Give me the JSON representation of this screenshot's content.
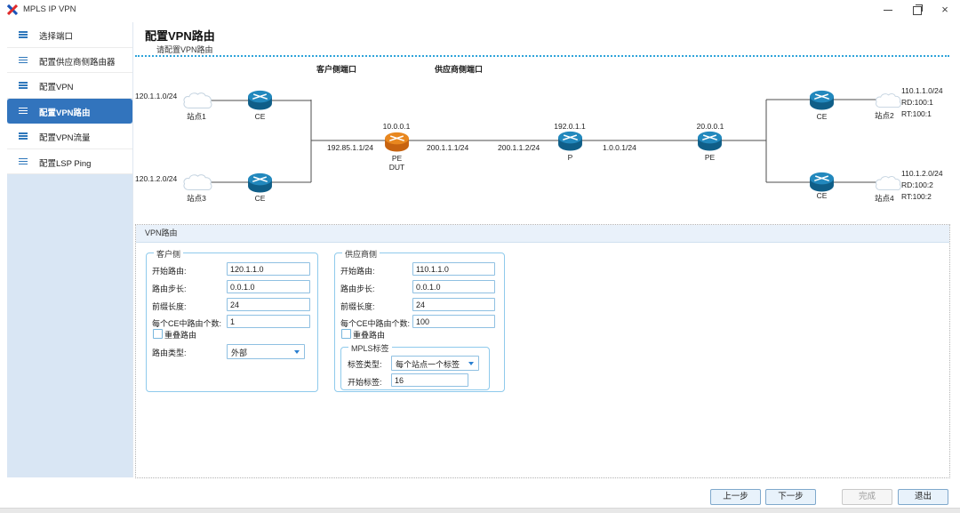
{
  "colors": {
    "accent_blue": "#3274bd",
    "router_blue_top": "#2288bd",
    "router_blue_body": "#0f5e88",
    "router_orange_top": "#e8871f",
    "router_orange_body": "#c76310",
    "divider_dotted": "#2ea3da",
    "panel_header_bg": "#e9f1fa",
    "groupbox_border": "#8fcaec"
  },
  "window": {
    "title": "MPLS IP VPN"
  },
  "sidebar": {
    "items": [
      {
        "label": "选择端口"
      },
      {
        "label": "配置供应商侧路由器"
      },
      {
        "label": "配置VPN"
      },
      {
        "label": "配置VPN路由"
      },
      {
        "label": "配置VPN流量"
      },
      {
        "label": "配置LSP Ping"
      }
    ],
    "active_index": 3
  },
  "main": {
    "title": "配置VPN路由",
    "subtitle": "请配置VPN路由"
  },
  "diagram": {
    "customer_port_label": "客户侧端口",
    "provider_port_label": "供应商侧端口",
    "left_sites": [
      {
        "subnet": "120.1.1.0/24",
        "name": "站点1"
      },
      {
        "subnet": "120.1.2.0/24",
        "name": "站点3"
      }
    ],
    "right_sites": [
      {
        "subnet": "110.1.1.0/24",
        "rd": "RD:100:1",
        "rt": "RT:100:1",
        "name": "站点2"
      },
      {
        "subnet": "110.1.2.0/24",
        "rd": "RD:100:2",
        "rt": "RT:100:2",
        "name": "站点4"
      }
    ],
    "routers": {
      "ce1": "CE",
      "ce3": "CE",
      "pe_dut": {
        "ip": "10.0.0.1",
        "label": "PE",
        "sublabel": "DUT"
      },
      "p": {
        "ip": "192.0.1.1",
        "label": "P"
      },
      "pe2": {
        "ip": "20.0.0.1",
        "label": "PE"
      },
      "ce2": "CE",
      "ce4": "CE"
    },
    "links": {
      "l1": "192.85.1.1/24",
      "l2": "200.1.1.1/24",
      "l3": "200.1.1.2/24",
      "l4": "1.0.0.1/24"
    }
  },
  "form": {
    "panel_title": "VPN路由",
    "customer": {
      "title": "客户侧",
      "start_route_label": "开始路由:",
      "start_route": "120.1.1.0",
      "route_step_label": "路由步长:",
      "route_step": "0.0.1.0",
      "prefix_label": "前缀长度:",
      "prefix": "24",
      "per_ce_label": "每个CE中路由个数:",
      "per_ce": "1",
      "overlap_label": "重叠路由",
      "overlap_checked": false,
      "route_type_label": "路由类型:",
      "route_type": "外部"
    },
    "provider": {
      "title": "供应商侧",
      "start_route_label": "开始路由:",
      "start_route": "110.1.1.0",
      "route_step_label": "路由步长:",
      "route_step": "0.0.1.0",
      "prefix_label": "前缀长度:",
      "prefix": "24",
      "per_ce_label": "每个CE中路由个数:",
      "per_ce": "100",
      "overlap_label": "重叠路由",
      "overlap_checked": false,
      "mpls": {
        "title": "MPLS标签",
        "label_type_label": "标签类型:",
        "label_type": "每个站点一个标签",
        "start_label_label": "开始标签:",
        "start_label": "16"
      }
    }
  },
  "footer": {
    "prev": "上一步",
    "next": "下一步",
    "finish": "完成",
    "exit": "退出"
  }
}
